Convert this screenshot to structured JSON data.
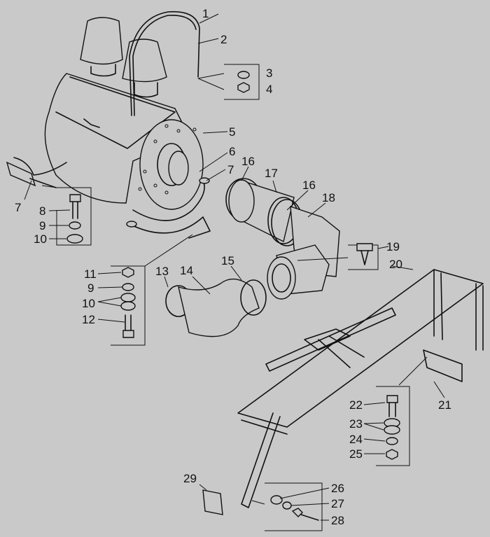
{
  "title": "Air cleaner and intake piping exploded parts diagram",
  "callouts": [
    "1",
    "2",
    "3",
    "4",
    "5",
    "6",
    "7",
    "7",
    "8",
    "9",
    "10",
    "16",
    "17",
    "16",
    "18",
    "19",
    "20",
    "11",
    "9",
    "10",
    "12",
    "13",
    "14",
    "15",
    "21",
    "22",
    "23",
    "24",
    "25",
    "29",
    "26",
    "27",
    "28"
  ]
}
